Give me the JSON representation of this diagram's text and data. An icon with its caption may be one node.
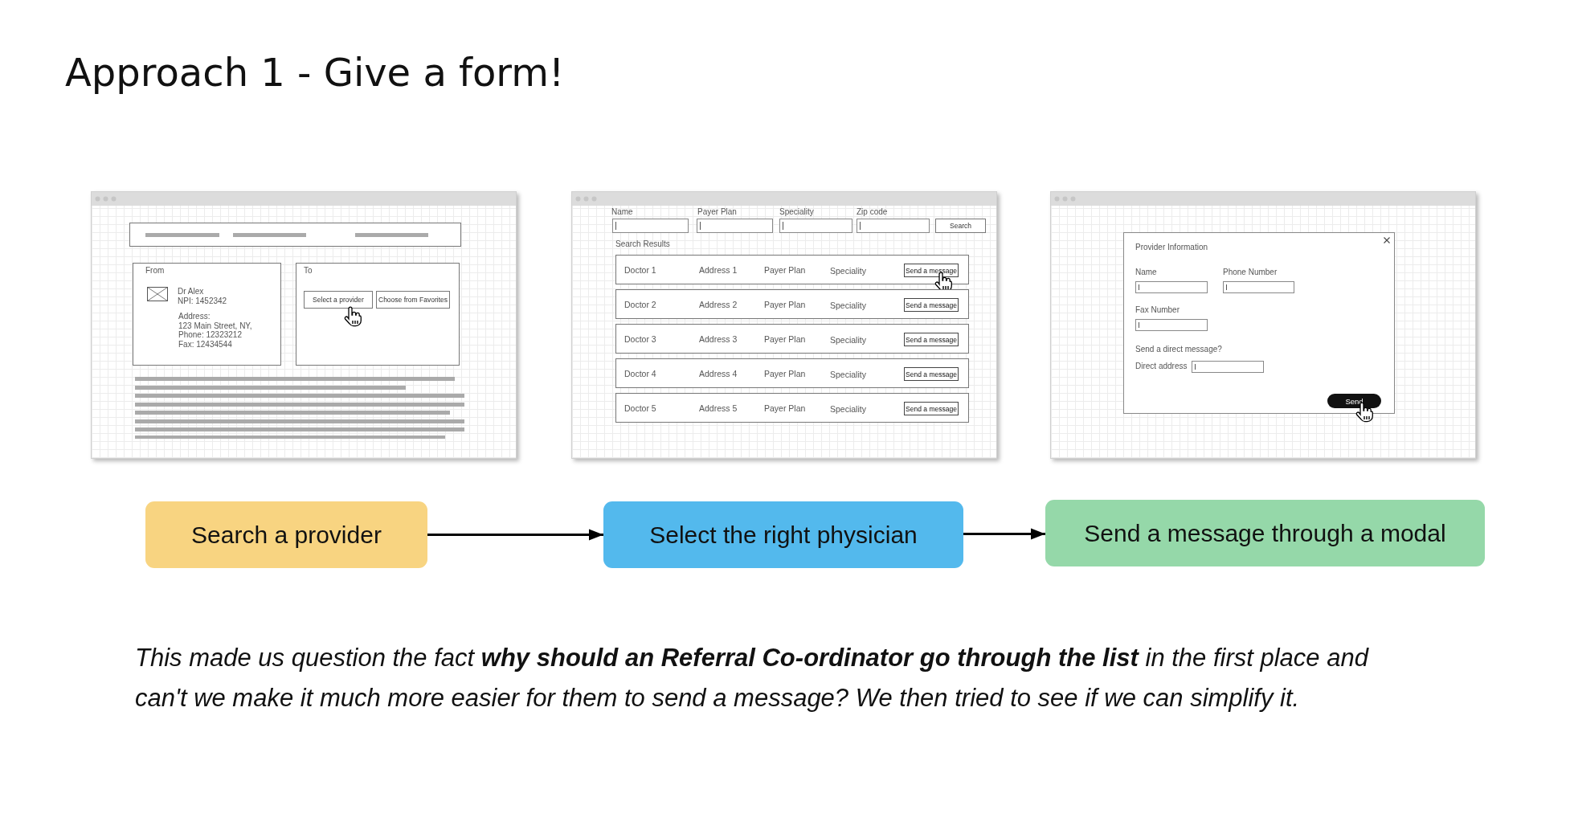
{
  "diagram": {
    "title": "Approach 1 - Give a form!",
    "caption": "This made us question the fact **why should an Referral Co-ordinator go through the list** in the first place and can't we make it much more easier for them to send a message? We then tried to see if we can simplify it.",
    "nodes": [
      {
        "text": [
          "Search a provider"
        ]
      },
      {
        "text": [
          "Select the right physician"
        ]
      },
      {
        "text": [
          "Send a message through a modal"
        ]
      }
    ],
    "edges": [
      {
        "from": 0,
        "to": 1,
        "arrow": "to"
      },
      {
        "from": 1,
        "to": 2,
        "arrow": "to"
      }
    ],
    "labels": [
      "From",
      "Dr Alex",
      "NPI: 1452342",
      "Address:",
      "123 Main Street, NY,",
      "Phone: 12323212",
      "Fax: 12434544",
      "To",
      "Select a provider",
      "Choose from Favorites",
      "Name",
      "Payer Plan",
      "Speciality",
      "Zip code",
      "Search",
      "Search Results",
      "Doctor 1",
      "Address 1",
      "Payer Plan",
      "Speciality",
      "Send a message",
      "Doctor 2",
      "Address 2",
      "Payer Plan",
      "Speciality",
      "Send a message",
      "Doctor 3",
      "Address 3",
      "Payer Plan",
      "Speciality",
      "Send a message",
      "Doctor 4",
      "Address 4",
      "Payer Plan",
      "Speciality",
      "Send a message",
      "Doctor 5",
      "Address 5",
      "Payer Plan",
      "Speciality",
      "Send a message",
      "Provider Information",
      "Name",
      "Phone Number",
      "Fax Number",
      "Send a direct message?",
      "Direct address",
      "Send"
    ]
  }
}
